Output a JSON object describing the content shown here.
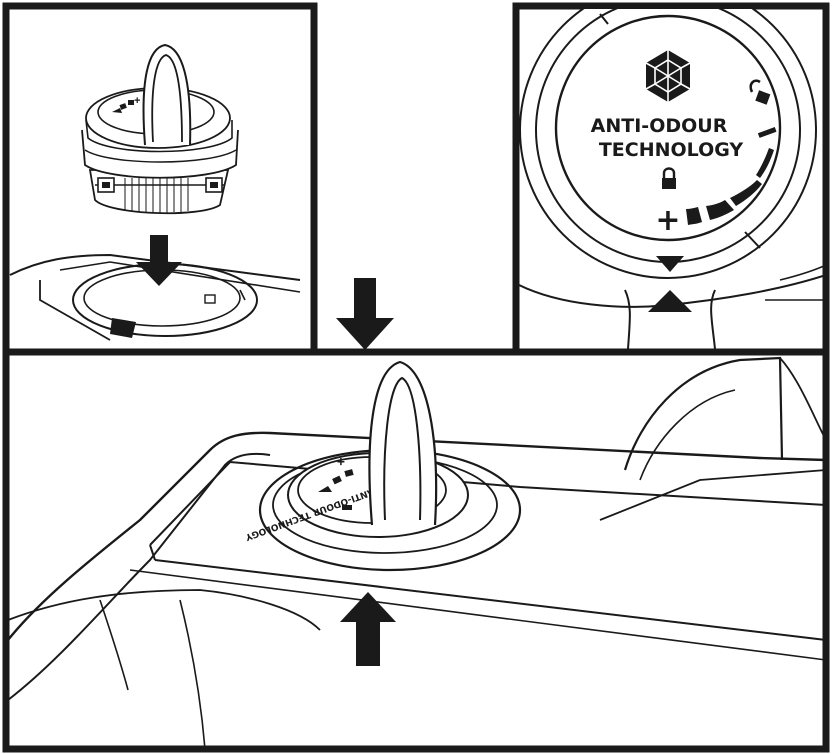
{
  "dial": {
    "line1": "ANTI-ODOUR",
    "line2": "TECHNOLOGY",
    "plus": "+",
    "minus": "–",
    "mini_text": "ANTI-ODOUR TECHNOLOGY"
  },
  "icons": {
    "logo": "hexagon-cube-logo-icon",
    "lock": "lock-closed-icon",
    "unlock": "lock-open-icon",
    "arrows": "arrow-down-icon / arrow-up-icon",
    "indicator": "triangle-indicator-icon"
  },
  "colors": {
    "ink": "#1a1a1a",
    "paper": "#ffffff"
  }
}
